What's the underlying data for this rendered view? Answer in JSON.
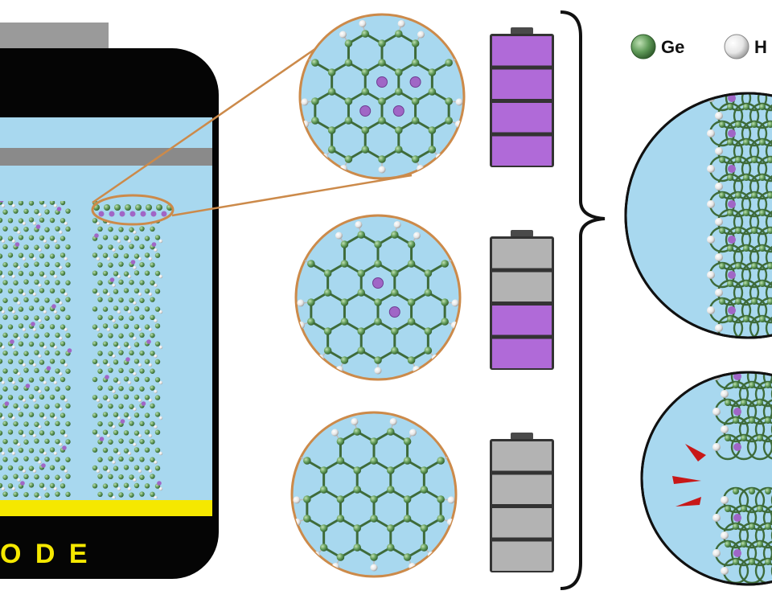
{
  "electrode_label": "O D E",
  "legend": {
    "items": [
      {
        "symbol": "Ge",
        "color": "#5f9a58"
      },
      {
        "symbol": "H",
        "color": "#f4f4f4"
      }
    ]
  },
  "colors": {
    "electrolyte": "#a8d8ef",
    "frame": "#050505",
    "ge_atom": "#5f9a58",
    "ge_bond": "#3e6b3a",
    "h_atom": "#f5f5f5",
    "li_atom": "#a066c6",
    "battery_charged": "#b06ad8",
    "battery_empty": "#b3b3b3",
    "zoom_ring": "#cc8a4a",
    "current_collector": "#f5e800",
    "separator": "#8a8a8a",
    "crack_marks": "#c81818"
  },
  "states": [
    {
      "id": "full",
      "li_atoms": 4,
      "charged_segments": 4
    },
    {
      "id": "partial",
      "li_atoms": 2,
      "charged_segments": 2
    },
    {
      "id": "empty",
      "li_atoms": 0,
      "charged_segments": 0
    }
  ],
  "battery_segments": 4,
  "outcomes": [
    {
      "id": "intact-sheets"
    },
    {
      "id": "cracked-sheets",
      "crack_marks": 3
    }
  ]
}
